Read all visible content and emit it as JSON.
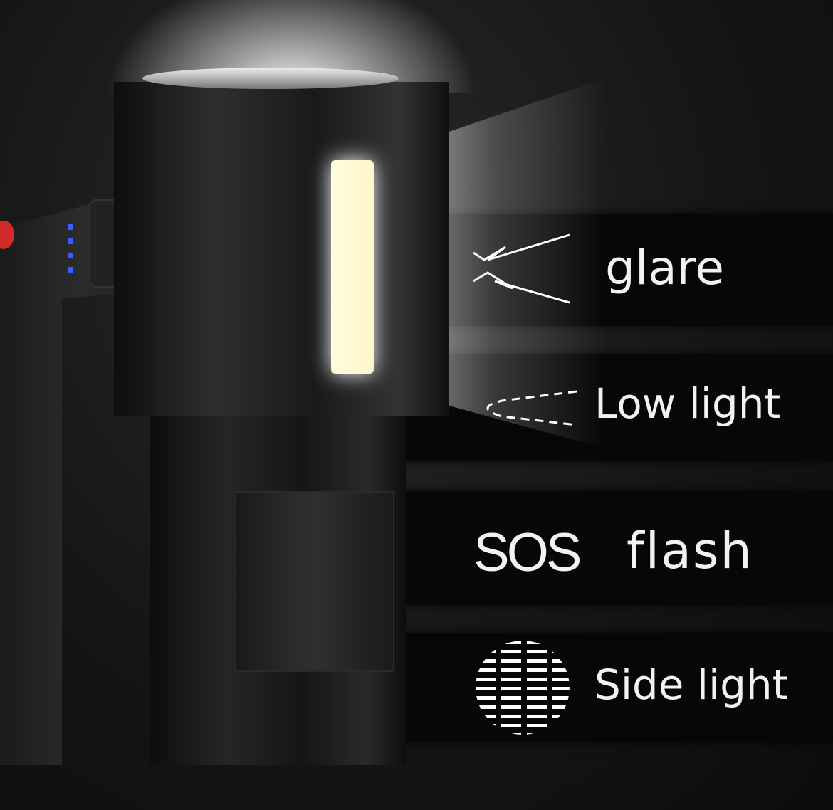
{
  "features": [
    {
      "label": "glare",
      "icon": "zigzag-lightning-icon"
    },
    {
      "label": "Low light",
      "icon": "dashed-beam-icon"
    },
    {
      "label": "flash",
      "badge": "SOS",
      "icon": "sos-text-icon"
    },
    {
      "label": "Side light",
      "icon": "striped-circle-icon"
    }
  ],
  "colors": {
    "background": "#161616",
    "band": "#070707",
    "text": "#f2f2f2",
    "battery_led": "#3a5cff",
    "power_button": "#d42a2a",
    "cob_light": "#fff6c8"
  },
  "battery_indicator_leds": 4
}
